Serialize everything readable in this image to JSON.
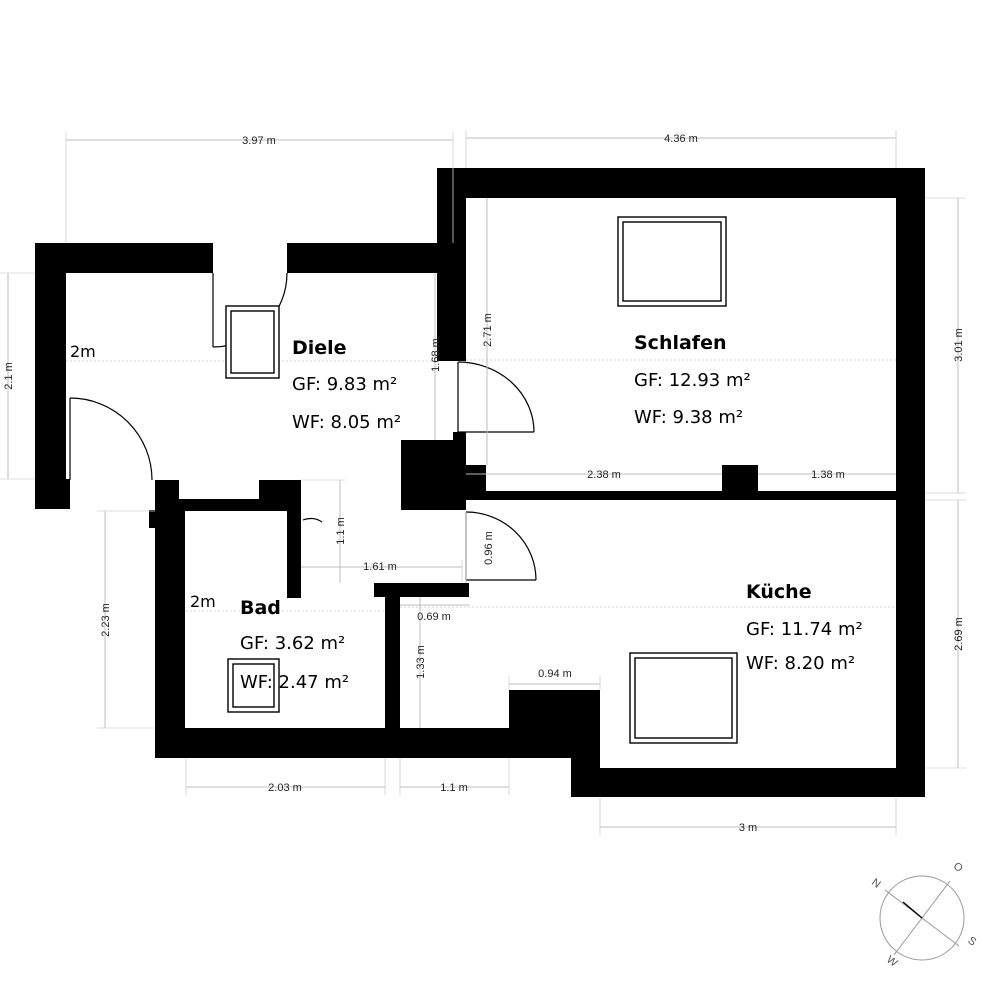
{
  "rooms": {
    "diele": {
      "name": "Diele",
      "gf": "GF: 9.83 m²",
      "wf": "WF: 8.05 m²"
    },
    "schlafen": {
      "name": "Schlafen",
      "gf": "GF: 12.93 m²",
      "wf": "WF: 9.38 m²"
    },
    "kueche": {
      "name": "Küche",
      "gf": "GF: 11.74 m²",
      "wf": "WF: 8.20 m²"
    },
    "bad": {
      "name": "Bad",
      "gf": "GF: 3.62 m²",
      "wf": "WF: 2.47 m²"
    }
  },
  "ceiling_heights": {
    "diele": "2m",
    "bad": "2m"
  },
  "dimensions": {
    "top_left": "3.97 m",
    "top_right": "4.36 m",
    "left_height": "2.1 m",
    "right_upper": "3.01 m",
    "right_lower": "2.69 m",
    "diele_inner": "1.68 m",
    "schlafen_inner": "2.71 m",
    "schlafen_bottom_left": "2.38 m",
    "schlafen_bottom_right": "1.38 m",
    "bad_height": "2.23 m",
    "hall_vertical": "1.1 m",
    "hall_horizontal": "1.61 m",
    "door_gap": "0.96 m",
    "kueche_notch": "0.69 m",
    "kueche_inner_vertical": "1.33 m",
    "kueche_step": "0.94 m",
    "bottom_bad": "2.03 m",
    "bottom_mid": "1.1 m",
    "bottom_right": "3 m"
  },
  "compass": {
    "n": "N",
    "o": "O",
    "s": "S",
    "w": "W"
  }
}
